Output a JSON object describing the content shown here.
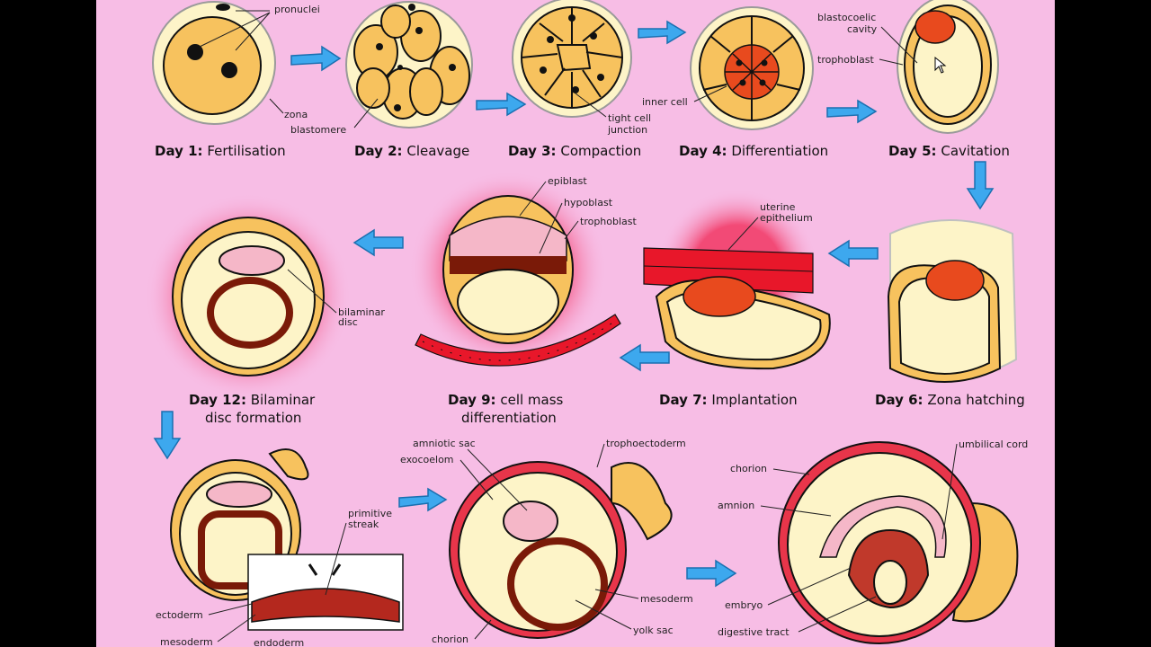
{
  "captions": {
    "day1": {
      "day": "Day 1:",
      "stage": "Fertilisation"
    },
    "day2": {
      "day": "Day 2:",
      "stage": "Cleavage"
    },
    "day3": {
      "day": "Day 3:",
      "stage": "Compaction"
    },
    "day4": {
      "day": "Day 4:",
      "stage": "Differentiation"
    },
    "day5": {
      "day": "Day 5:",
      "stage": "Cavitation"
    },
    "day6": {
      "day": "Day 6:",
      "stage": "Zona hatching"
    },
    "day7": {
      "day": "Day 7:",
      "stage": "Implantation"
    },
    "day9": {
      "day": "Day 9:",
      "stage": "cell mass",
      "stage2": "differentiation"
    },
    "day12": {
      "day": "Day 12:",
      "stage": "Bilaminar",
      "stage2": "disc formation"
    }
  },
  "labels": {
    "pronuclei": "pronuclei",
    "zona": "zona",
    "blastomere": "blastomere",
    "tight_cell_junction_1": "tight cell",
    "tight_cell_junction_2": "junction",
    "inner_cell": "inner cell",
    "blastocoelic_1": "blastocoelic",
    "blastocoelic_2": "cavity",
    "trophoblast": "trophoblast",
    "epiblast": "epiblast",
    "hypoblast": "hypoblast",
    "trophoblast_2": "trophoblast",
    "uterine_1": "uterine",
    "uterine_2": "epithelium",
    "bilaminar_1": "bilaminar",
    "bilaminar_2": "disc",
    "primitive_1": "primitive",
    "primitive_2": "streak",
    "ectoderm": "ectoderm",
    "mesoderm": "mesoderm",
    "endoderm": "endoderm",
    "amniotic_sac": "amniotic sac",
    "exocoelom": "exocoelom",
    "trophoectoderm": "trophoectoderm",
    "mesoderm_2": "mesoderm",
    "yolk_sac": "yolk sac",
    "chorion": "chorion",
    "umbilical_cord": "umbilical cord",
    "chorion_2": "chorion",
    "amnion": "amnion",
    "embryo": "embryo",
    "digestive_tract": "digestive tract"
  },
  "colors": {
    "background": "#f7bde5",
    "arrow": "#3da8ee",
    "cell": "#f7c25e",
    "inner_cell_mass": "#e84a1e",
    "uterine": "#e8172a"
  }
}
